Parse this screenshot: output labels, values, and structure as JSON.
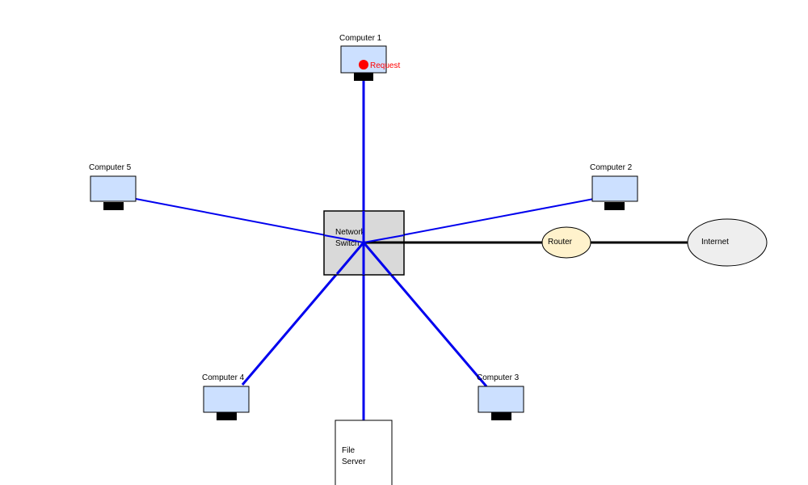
{
  "colors": {
    "link": "#0000ee",
    "uplink": "#000000",
    "monitor_fill": "#cce0ff",
    "base_fill": "#000000",
    "switch_fill": "#d9d9d9",
    "router_fill": "#fff2cc",
    "internet_fill": "#eeeeee",
    "server_fill": "#ffffff",
    "request": "#ff0000"
  },
  "nodes": {
    "computer1": {
      "label": "Computer 1"
    },
    "computer2": {
      "label": "Computer 2"
    },
    "computer3": {
      "label": "Computer 3"
    },
    "computer4": {
      "label": "Computer 4"
    },
    "computer5": {
      "label": "Computer 5"
    },
    "switch": {
      "line1": "Network",
      "line2": "Switch"
    },
    "router": {
      "label": "Router"
    },
    "internet": {
      "label": "Internet"
    },
    "file_server": {
      "line1": "File",
      "line2": "Server"
    }
  },
  "request": {
    "label": "Request"
  }
}
